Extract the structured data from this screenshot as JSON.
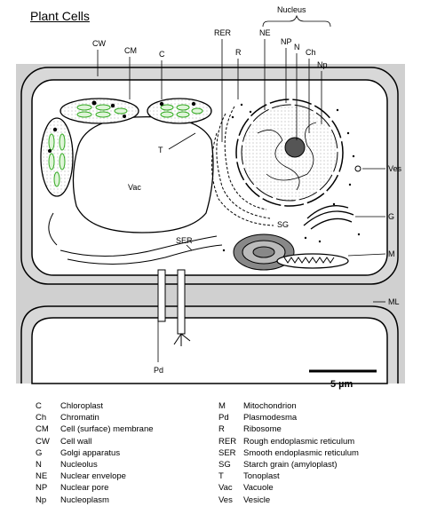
{
  "title": "Plant Cells",
  "scale_label": "5 µm",
  "labels": {
    "CW": "CW",
    "CM": "CM",
    "C": "C",
    "RER": "RER",
    "R": "R",
    "Nucleus": "Nucleus",
    "NE": "NE",
    "NP": "NP",
    "N": "N",
    "Ch": "Ch",
    "Np": "Np",
    "T": "T",
    "Vac": "Vac",
    "Ves": "Ves",
    "G": "G",
    "SER": "SER",
    "SG": "SG",
    "M": "M",
    "ML": "ML",
    "Pd": "Pd"
  },
  "legend_left": [
    {
      "abbr": "C",
      "def": "Chloroplast"
    },
    {
      "abbr": "Ch",
      "def": "Chromatin"
    },
    {
      "abbr": "CM",
      "def": "Cell (surface) membrane"
    },
    {
      "abbr": "CW",
      "def": "Cell wall"
    },
    {
      "abbr": "G",
      "def": "Golgi apparatus"
    },
    {
      "abbr": "N",
      "def": "Nucleolus"
    },
    {
      "abbr": "NE",
      "def": "Nuclear envelope"
    },
    {
      "abbr": "NP",
      "def": "Nuclear pore"
    },
    {
      "abbr": "Np",
      "def": "Nucleoplasm"
    }
  ],
  "legend_right": [
    {
      "abbr": "M",
      "def": "Mitochondrion"
    },
    {
      "abbr": "Pd",
      "def": "Plasmodesma"
    },
    {
      "abbr": "R",
      "def": "Ribosome"
    },
    {
      "abbr": "RER",
      "def": "Rough endoplasmic reticulum"
    },
    {
      "abbr": "SER",
      "def": "Smooth endoplasmic reticulum"
    },
    {
      "abbr": "SG",
      "def": "Starch grain (amyloplast)"
    },
    {
      "abbr": "T",
      "def": "Tonoplast"
    },
    {
      "abbr": "Vac",
      "def": "Vacuole"
    },
    {
      "abbr": "Ves",
      "def": "Vesicle"
    }
  ]
}
